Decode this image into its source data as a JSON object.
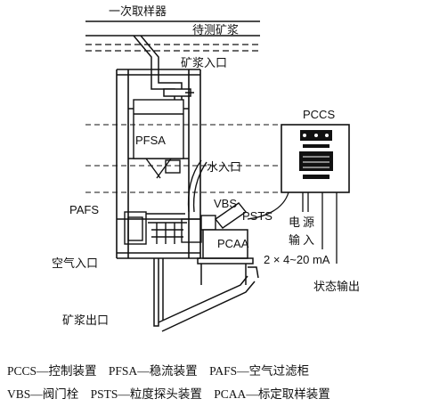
{
  "labels": {
    "sampler": "一次取样器",
    "slurry_to_measure": "待测矿浆",
    "slurry_inlet": "矿浆入口",
    "pfsa": "PFSA",
    "water_inlet": "水入口",
    "pccs": "PCCS",
    "pafs": "PAFS",
    "vbs": "VBS",
    "psts": "PSTS",
    "pcaa": "PCAA",
    "power_line1": "电",
    "power_line2": "源",
    "power_line3": "输",
    "power_line4": "入",
    "signal": "2 × 4~20 mA",
    "air_inlet": "空气入口",
    "status_output": "状态输出",
    "slurry_outlet": "矿浆出口"
  },
  "legend": [
    [
      {
        "abbr": "PCCS",
        "dash": "—",
        "desc": "控制装置"
      },
      {
        "abbr": "PFSA",
        "dash": "—",
        "desc": "稳流装置"
      },
      {
        "abbr": "PAFS",
        "dash": "—",
        "desc": "空气过滤柜"
      }
    ],
    [
      {
        "abbr": "VBS",
        "dash": "—",
        "desc": "阀门栓"
      },
      {
        "abbr": "PSTS",
        "dash": "—",
        "desc": "粒度探头装置"
      },
      {
        "abbr": "PCAA",
        "dash": "—",
        "desc": "标定取样装置"
      }
    ]
  ]
}
